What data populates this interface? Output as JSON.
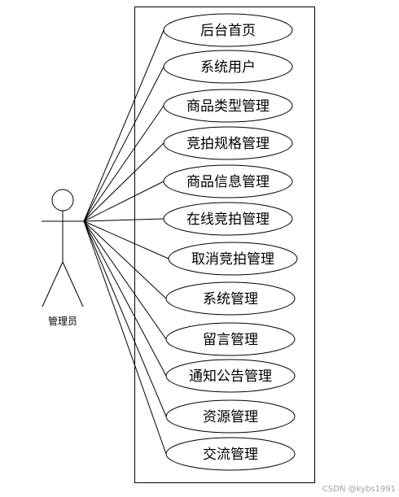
{
  "actor": {
    "label": "管理员"
  },
  "use_cases": [
    "后台首页",
    "系统用户",
    "商品类型管理",
    "竞拍规格管理",
    "商品信息管理",
    "在线竞拍管理",
    "取消竞拍管理",
    "系统管理",
    "留言管理",
    "通知公告管理",
    "资源管理",
    "交流管理"
  ],
  "watermark": "CSDN @kybs1991",
  "colors": {
    "stroke": "#000000",
    "background": "#ffffff",
    "watermark": "#a0a0a0"
  }
}
